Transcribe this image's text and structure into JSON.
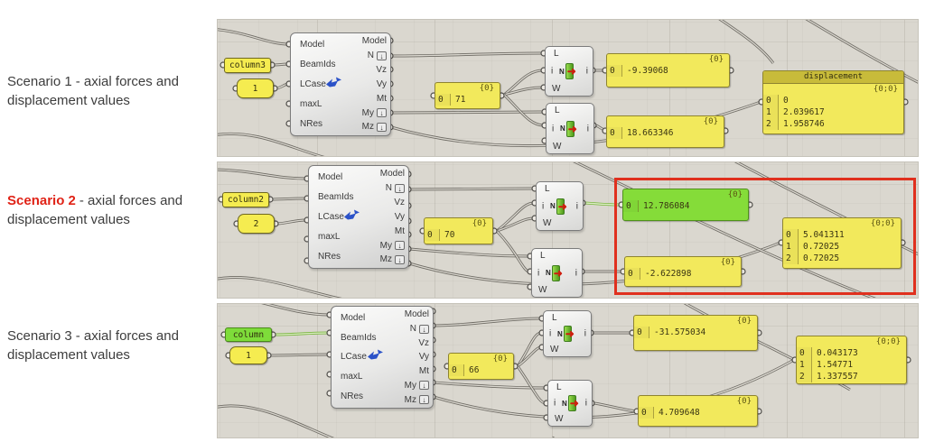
{
  "colors": {
    "canvas_bg": "#dad7cf",
    "panel_yellow": "#f2e95c",
    "panel_green": "#85dc39",
    "wire_gray": "#6e6b64",
    "wire_green": "#79b53e",
    "red_box": "#e0301e",
    "scenario2_highlight": "#e02317"
  },
  "icons": {
    "expand_arrow": "↓",
    "red_arrow": "➜"
  },
  "component": {
    "in": [
      "Model",
      "BeamIds",
      "LCase",
      "maxL",
      "NRes"
    ],
    "out": [
      "Model",
      "N",
      "Vz",
      "Vy",
      "Mt",
      "My",
      "Mz"
    ]
  },
  "list_component": {
    "in_l": "L",
    "in_i": "i",
    "in_w": "W",
    "center": "N",
    "out": "i"
  },
  "scenarios": [
    {
      "label": {
        "title": "Scenario 1",
        "rest": "- axial forces and displacement values"
      },
      "beam_id": "column3",
      "load_case": "1",
      "mid_panel": {
        "path": "{0}",
        "index": "0",
        "value": "71"
      },
      "force_panels": [
        {
          "path": "{0}",
          "index": "0",
          "value": "-9.39068"
        },
        {
          "path": "{0}",
          "index": "0",
          "value": "18.663346"
        }
      ],
      "disp_panel": {
        "title": "displacement",
        "path": "{0;0}",
        "rows": [
          [
            "0",
            "0"
          ],
          [
            "1",
            "2.039617"
          ],
          [
            "2",
            "1.958746"
          ]
        ]
      }
    },
    {
      "label": {
        "title": "Scenario 2",
        "rest": "- axial forces and displacement values"
      },
      "beam_id": "column2",
      "load_case": "2",
      "mid_panel": {
        "path": "{0}",
        "index": "0",
        "value": "70"
      },
      "force_panels": [
        {
          "path": "{0}",
          "index": "0",
          "value": "12.786084"
        },
        {
          "path": "{0}",
          "index": "0",
          "value": "-2.622898"
        }
      ],
      "disp_panel": {
        "path": "{0;0}",
        "rows": [
          [
            "0",
            "5.041311"
          ],
          [
            "1",
            "0.72025"
          ],
          [
            "2",
            "0.72025"
          ]
        ]
      }
    },
    {
      "label": {
        "title": "Scenario 3",
        "rest": "- axial forces and displacement values"
      },
      "beam_id": "column",
      "load_case": "1",
      "mid_panel": {
        "path": "{0}",
        "index": "0",
        "value": "66"
      },
      "force_panels": [
        {
          "path": "{0}",
          "index": "0",
          "value": "-31.575034"
        },
        {
          "path": "{0}",
          "index": "0",
          "value": "4.709648"
        }
      ],
      "disp_panel": {
        "path": "{0;0}",
        "rows": [
          [
            "0",
            "0.043173"
          ],
          [
            "1",
            "1.54771"
          ],
          [
            "2",
            "1.337557"
          ]
        ]
      }
    }
  ]
}
